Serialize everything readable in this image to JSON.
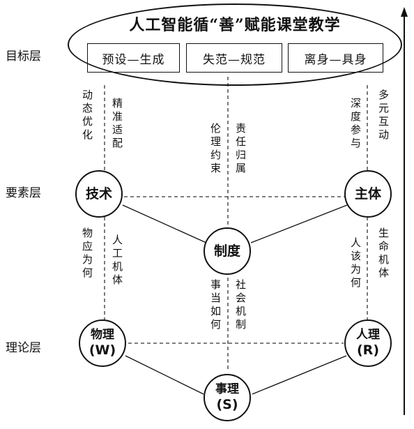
{
  "layers": {
    "goal": "目标层",
    "element": "要素层",
    "theory": "理论层"
  },
  "goal": {
    "title": "人工智能循“善”赋能课堂教学",
    "boxes": [
      "预设—生成",
      "失范—规范",
      "离身—具身"
    ]
  },
  "nodes": {
    "tech": "技术",
    "subject": "主体",
    "system": "制度",
    "wuli": {
      "name": "物理",
      "code": "(W)"
    },
    "renli": {
      "name": "人理",
      "code": "(R)"
    },
    "shili": {
      "name": "事理",
      "code": "(S)"
    }
  },
  "texts": {
    "dynamic_opt": "动态优化",
    "precise_fit": "精准适配",
    "ethic_bound": "伦理约束",
    "resp_attr": "责任归属",
    "deep_part": "深度参与",
    "multi_inter": "多元互动",
    "obj_how": "物应为何",
    "ai_body": "人工机体",
    "matter_how": "事当如何",
    "social_mech": "社会机制",
    "person_how": "人该为何",
    "life_body": "生命机体"
  }
}
